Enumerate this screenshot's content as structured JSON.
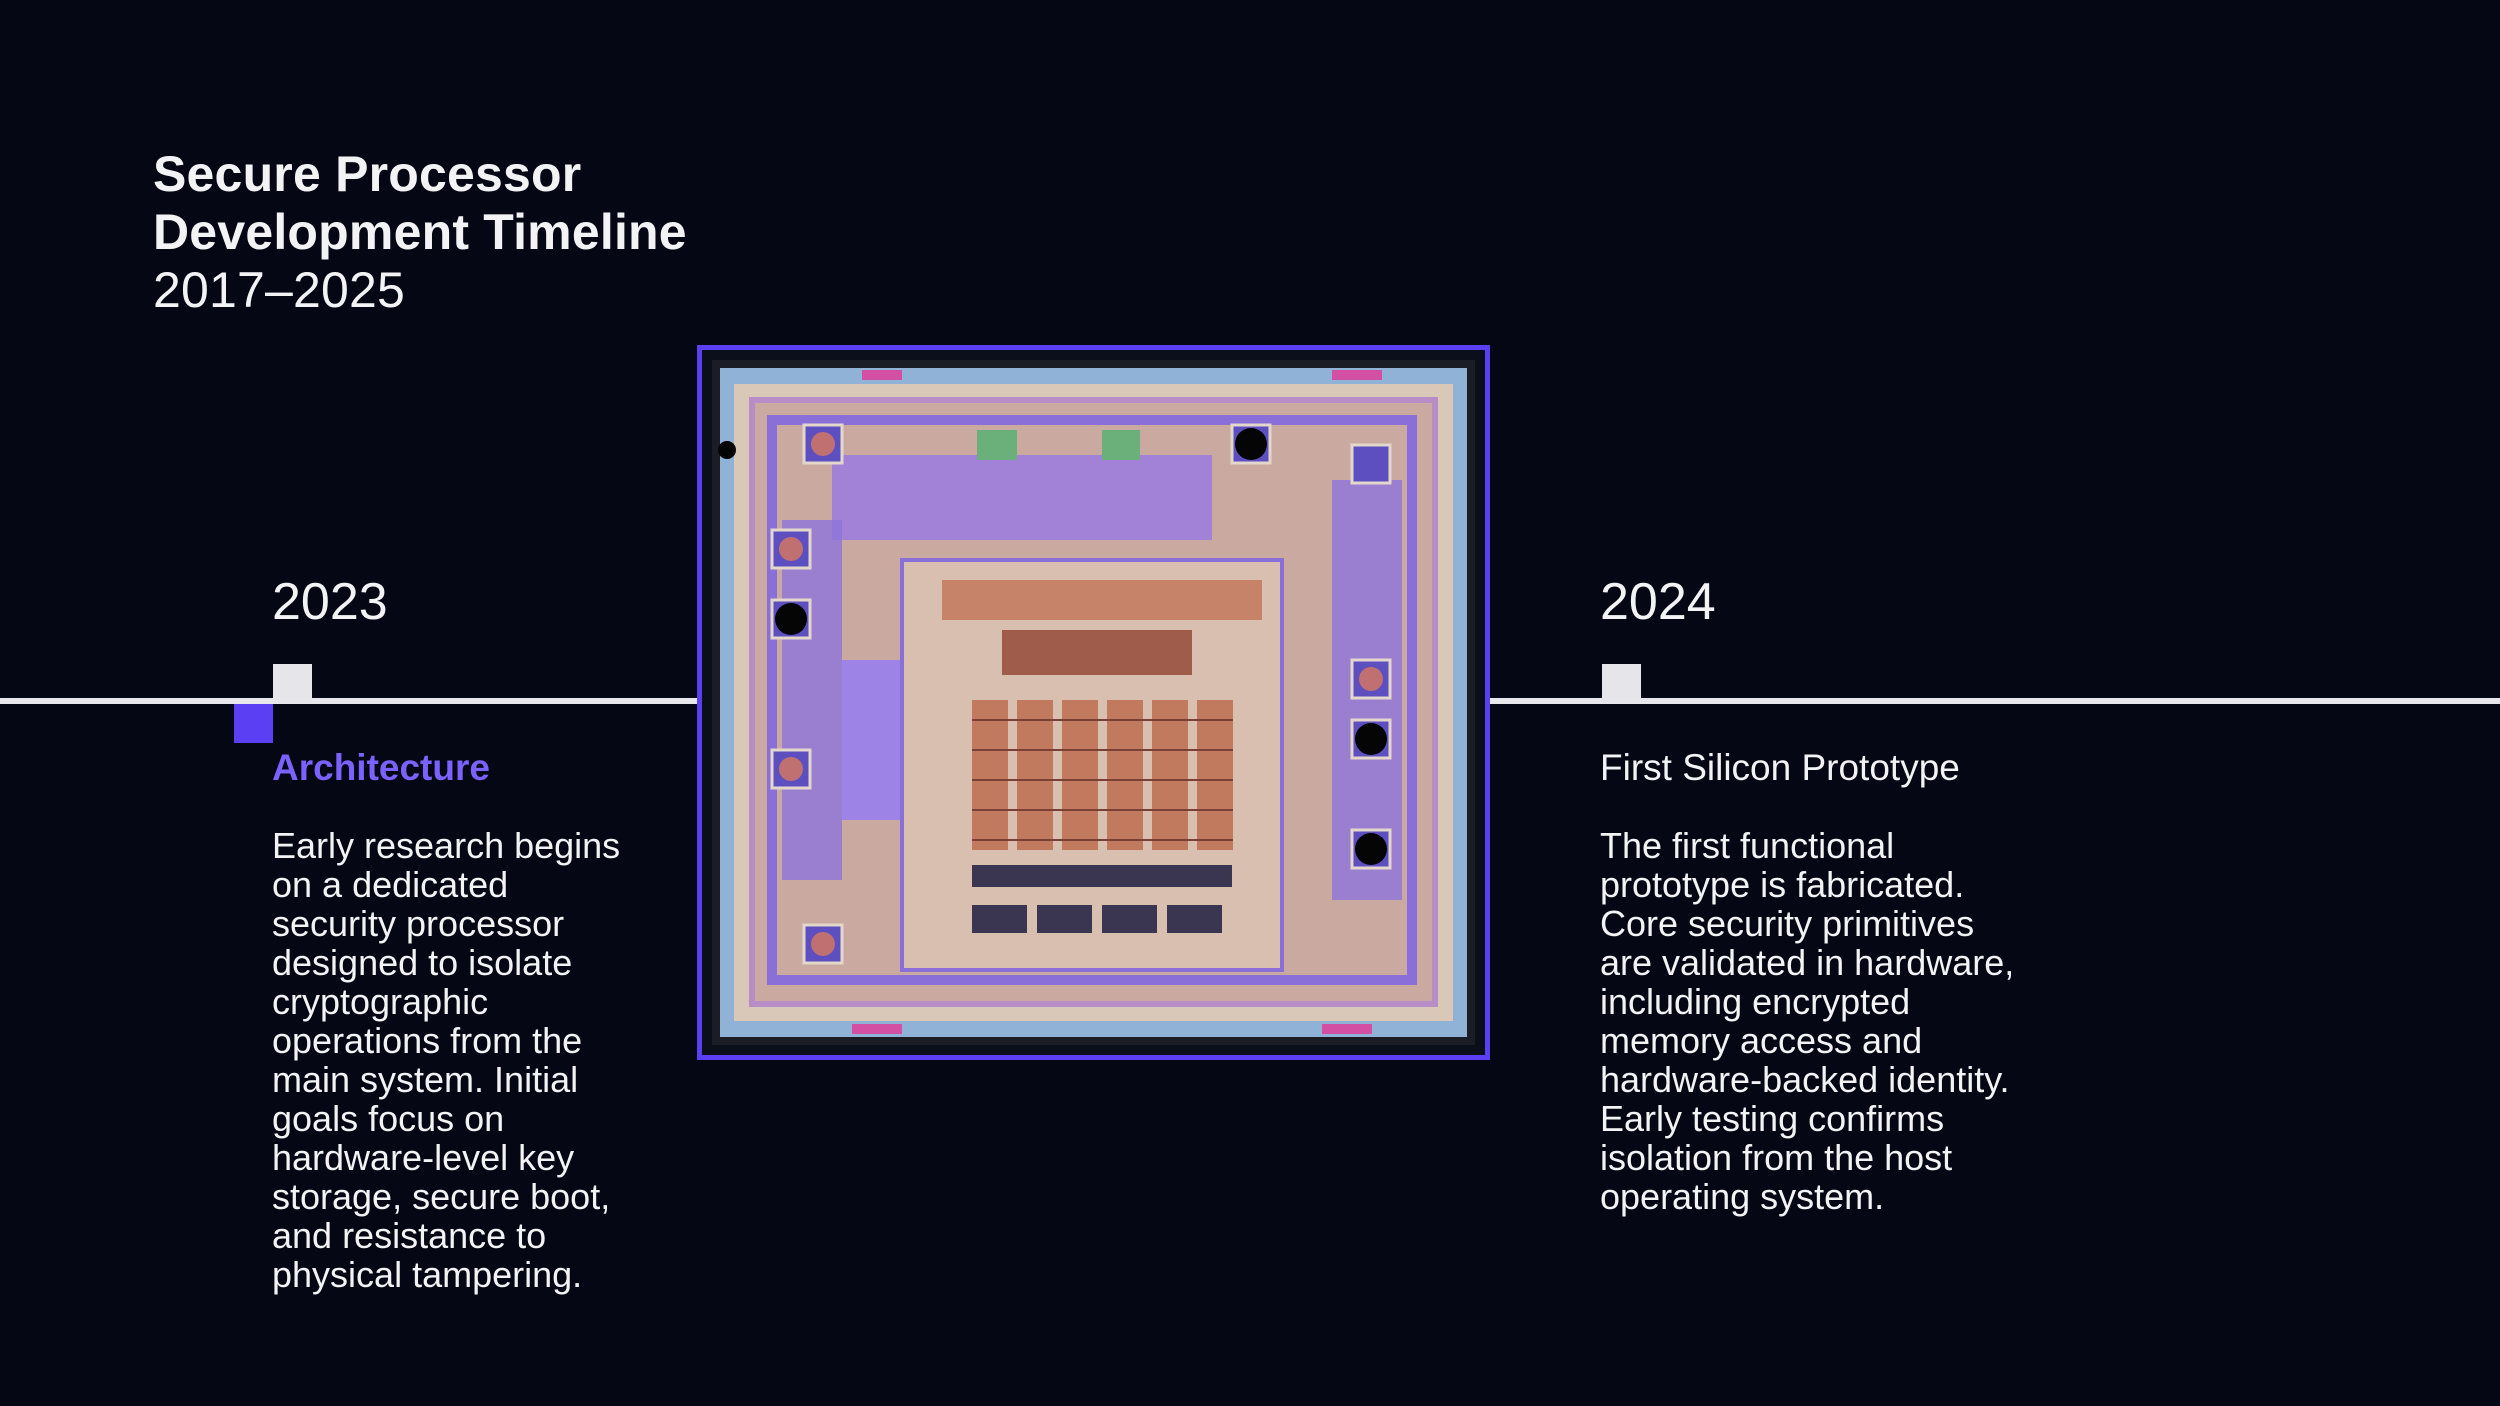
{
  "title": {
    "line1": "Secure Processor",
    "line2": "Development Timeline",
    "years": "2017–2025"
  },
  "milestones": [
    {
      "year": "2023",
      "heading": "Architecture",
      "description": "Early research begins\non a dedicated\nsecurity processor\ndesigned to isolate\ncryptographic\noperations from the\nmain system. Initial\ngoals focus on\nhardware-level key\nstorage, secure boot,\nand resistance to\nphysical tampering.",
      "active": true
    },
    {
      "year": "2024",
      "heading": "First Silicon Prototype",
      "description": "The first functional\nprototype is fabricated.\nCore security primitives\nare validated in hardware,\nincluding encrypted\nmemory access and\nhardware-backed identity.\nEarly testing confirms\nisolation from the host\noperating system.",
      "active": false
    }
  ],
  "colors": {
    "background": "#050814",
    "accent": "#5b3ff2",
    "accent_text": "#7b61ff",
    "line": "#e8e8ec"
  }
}
